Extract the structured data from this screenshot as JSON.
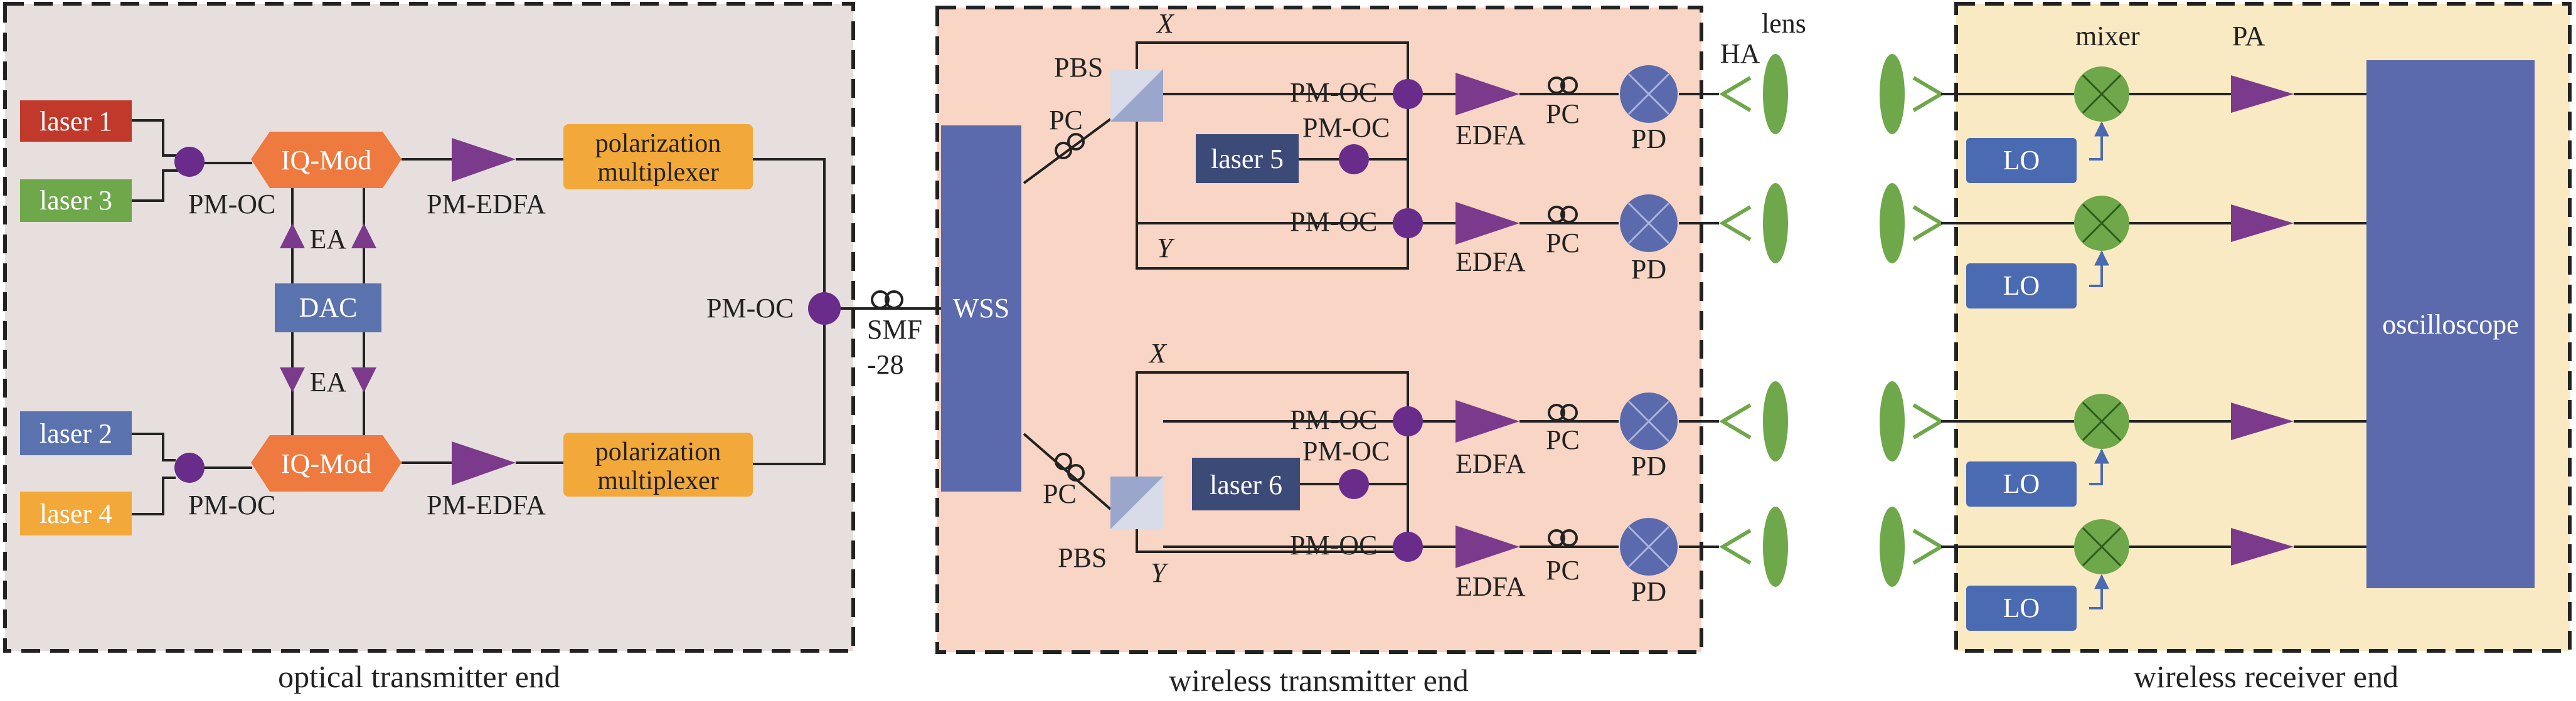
{
  "colors": {
    "panel1_bg": "#e7dfdd",
    "panel2_bg": "#f8d5c4",
    "panel3_bg": "#faeac3",
    "laser1": "#c0392b",
    "laser3": "#6ea84a",
    "laser2": "#5a72ad",
    "laser4": "#f3a93a",
    "iqmod": "#ee7a40",
    "amp": "#7b3a8c",
    "coupler": "#6a2c8a",
    "polmux": "#f3a93a",
    "dac": "#5a72ad",
    "wss": "#5a6aad",
    "laser56": "#3c4a78",
    "pd": "#5a6aad",
    "mixer": "#6ea84a",
    "lens": "#6ea84a",
    "lo": "#4a6ab1",
    "scope": "#5a6aad"
  },
  "panels": {
    "optical_tx": "optical transmitter end",
    "wireless_tx": "wireless transmitter end",
    "wireless_rx": "wireless receiver end"
  },
  "tx": {
    "laser1": "laser 1",
    "laser3": "laser 3",
    "laser2": "laser 2",
    "laser4": "laser 4",
    "iq_mod": "IQ-Mod",
    "dac": "DAC",
    "ea": "EA",
    "pm_oc": "PM-OC",
    "pm_edfa": "PM-EDFA",
    "polmux_line1": "polarization",
    "polmux_line2": "multiplexer"
  },
  "link": {
    "smf_line1": "SMF",
    "smf_line2": "-28"
  },
  "wtx": {
    "wss": "WSS",
    "pbs": "PBS",
    "pc": "PC",
    "x": "X",
    "y": "Y",
    "laser5": "laser 5",
    "laser6": "laser 6",
    "pm_oc": "PM-OC",
    "edfa": "EDFA",
    "pd": "PD"
  },
  "antenna": {
    "ha": "HA",
    "lens": "lens"
  },
  "rx": {
    "mixer": "mixer",
    "pa": "PA",
    "lo": "LO",
    "scope": "oscilloscope"
  }
}
